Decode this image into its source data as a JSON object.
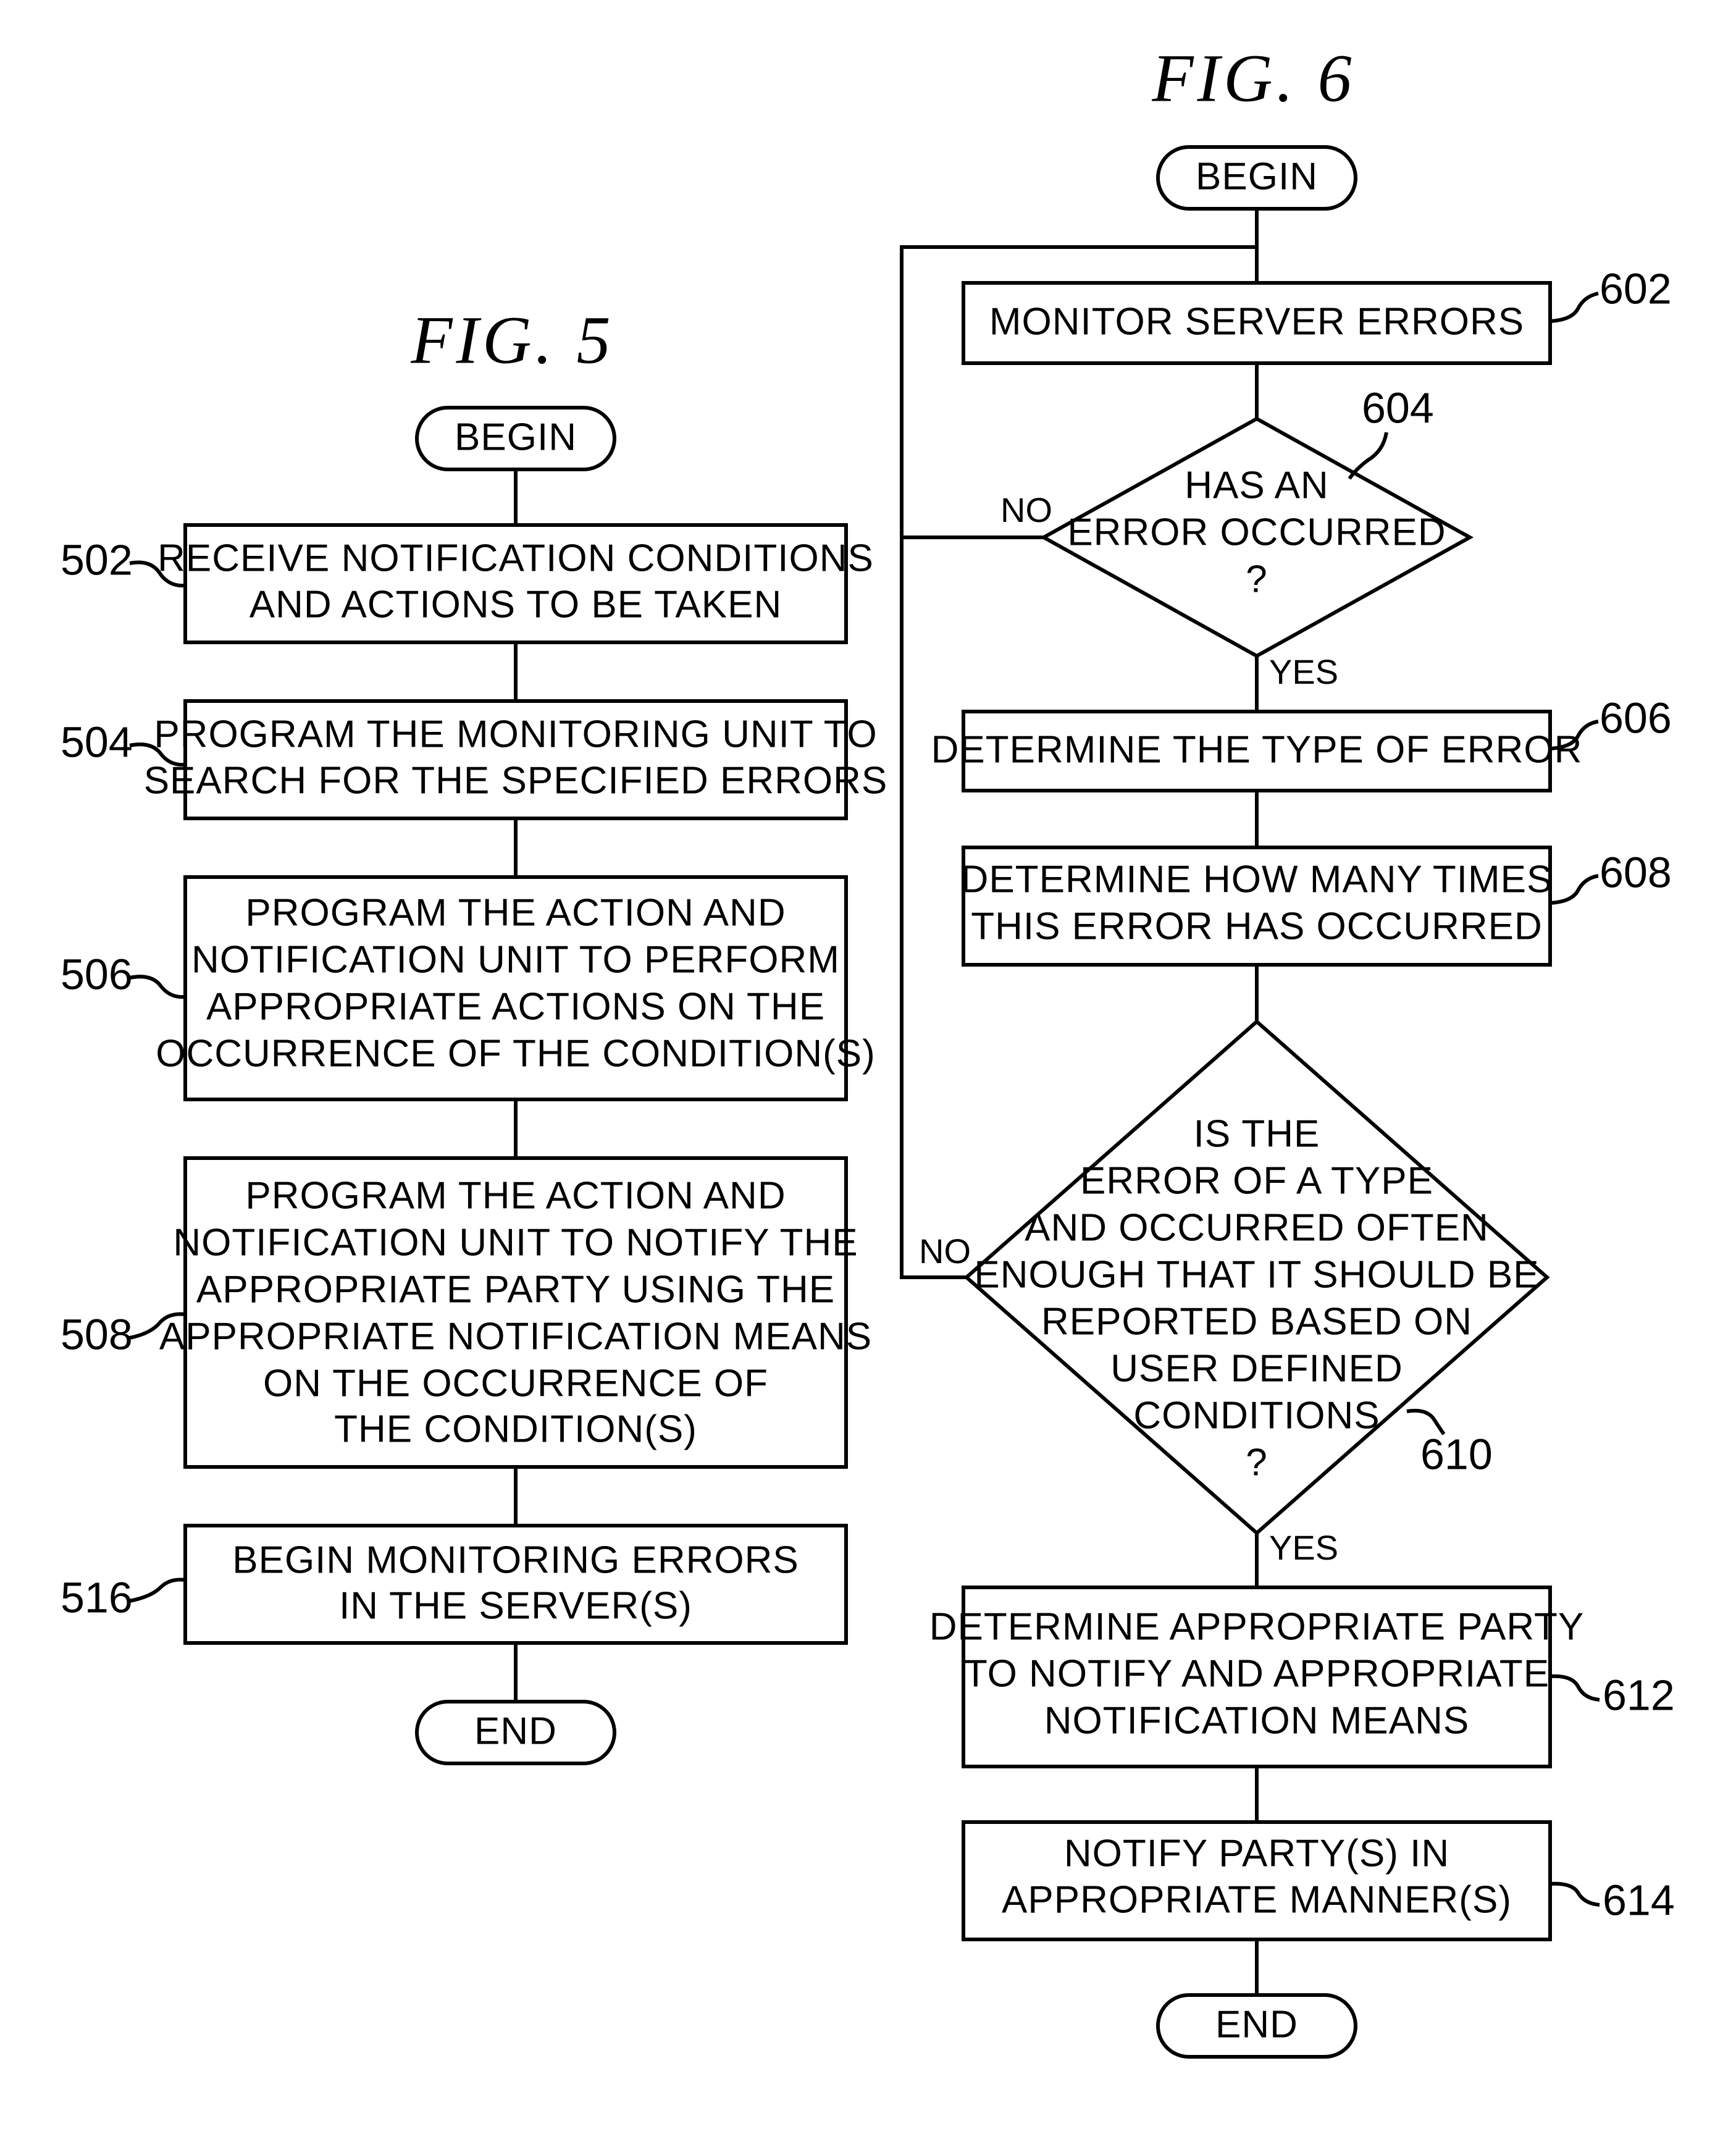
{
  "fig5": {
    "title": "FIG. 5",
    "begin": "BEGIN",
    "end": "END",
    "steps": [
      {
        "ref": "502",
        "lines": [
          "RECEIVE NOTIFICATION CONDITIONS",
          "AND ACTIONS TO BE TAKEN"
        ]
      },
      {
        "ref": "504",
        "lines": [
          "PROGRAM THE MONITORING UNIT TO",
          "SEARCH FOR THE SPECIFIED ERRORS"
        ]
      },
      {
        "ref": "506",
        "lines": [
          "PROGRAM THE ACTION AND",
          "NOTIFICATION UNIT TO PERFORM",
          "APPROPRIATE ACTIONS ON THE",
          "OCCURRENCE OF THE CONDITION(S)"
        ]
      },
      {
        "ref": "508",
        "lines": [
          "PROGRAM THE ACTION AND",
          "NOTIFICATION UNIT TO NOTIFY THE",
          "APPROPRIATE PARTY USING THE",
          "APPROPRIATE NOTIFICATION MEANS",
          "ON THE OCCURRENCE OF",
          "THE CONDITION(S)"
        ]
      },
      {
        "ref": "516",
        "lines": [
          "BEGIN MONITORING ERRORS",
          "IN THE SERVER(S)"
        ]
      }
    ]
  },
  "fig6": {
    "title": "FIG. 6",
    "begin": "BEGIN",
    "end": "END",
    "s602": {
      "ref": "602",
      "lines": [
        "MONITOR SERVER ERRORS"
      ]
    },
    "s604": {
      "ref": "604",
      "lines": [
        "HAS AN",
        "ERROR OCCURRED",
        "?"
      ],
      "no": "NO",
      "yes": "YES"
    },
    "s606": {
      "ref": "606",
      "lines": [
        "DETERMINE THE TYPE OF ERROR"
      ]
    },
    "s608": {
      "ref": "608",
      "lines": [
        "DETERMINE HOW MANY TIMES",
        "THIS ERROR HAS OCCURRED"
      ]
    },
    "s610": {
      "ref": "610",
      "lines": [
        "IS THE",
        "ERROR OF A TYPE",
        "AND OCCURRED OFTEN",
        "ENOUGH THAT IT SHOULD BE",
        "REPORTED BASED ON",
        "USER DEFINED",
        "CONDITIONS",
        "?"
      ],
      "no": "NO",
      "yes": "YES"
    },
    "s612": {
      "ref": "612",
      "lines": [
        "DETERMINE APPROPRIATE PARTY",
        "TO NOTIFY AND APPROPRIATE",
        "NOTIFICATION MEANS"
      ]
    },
    "s614": {
      "ref": "614",
      "lines": [
        "NOTIFY PARTY(S) IN",
        "APPROPRIATE MANNER(S)"
      ]
    }
  }
}
